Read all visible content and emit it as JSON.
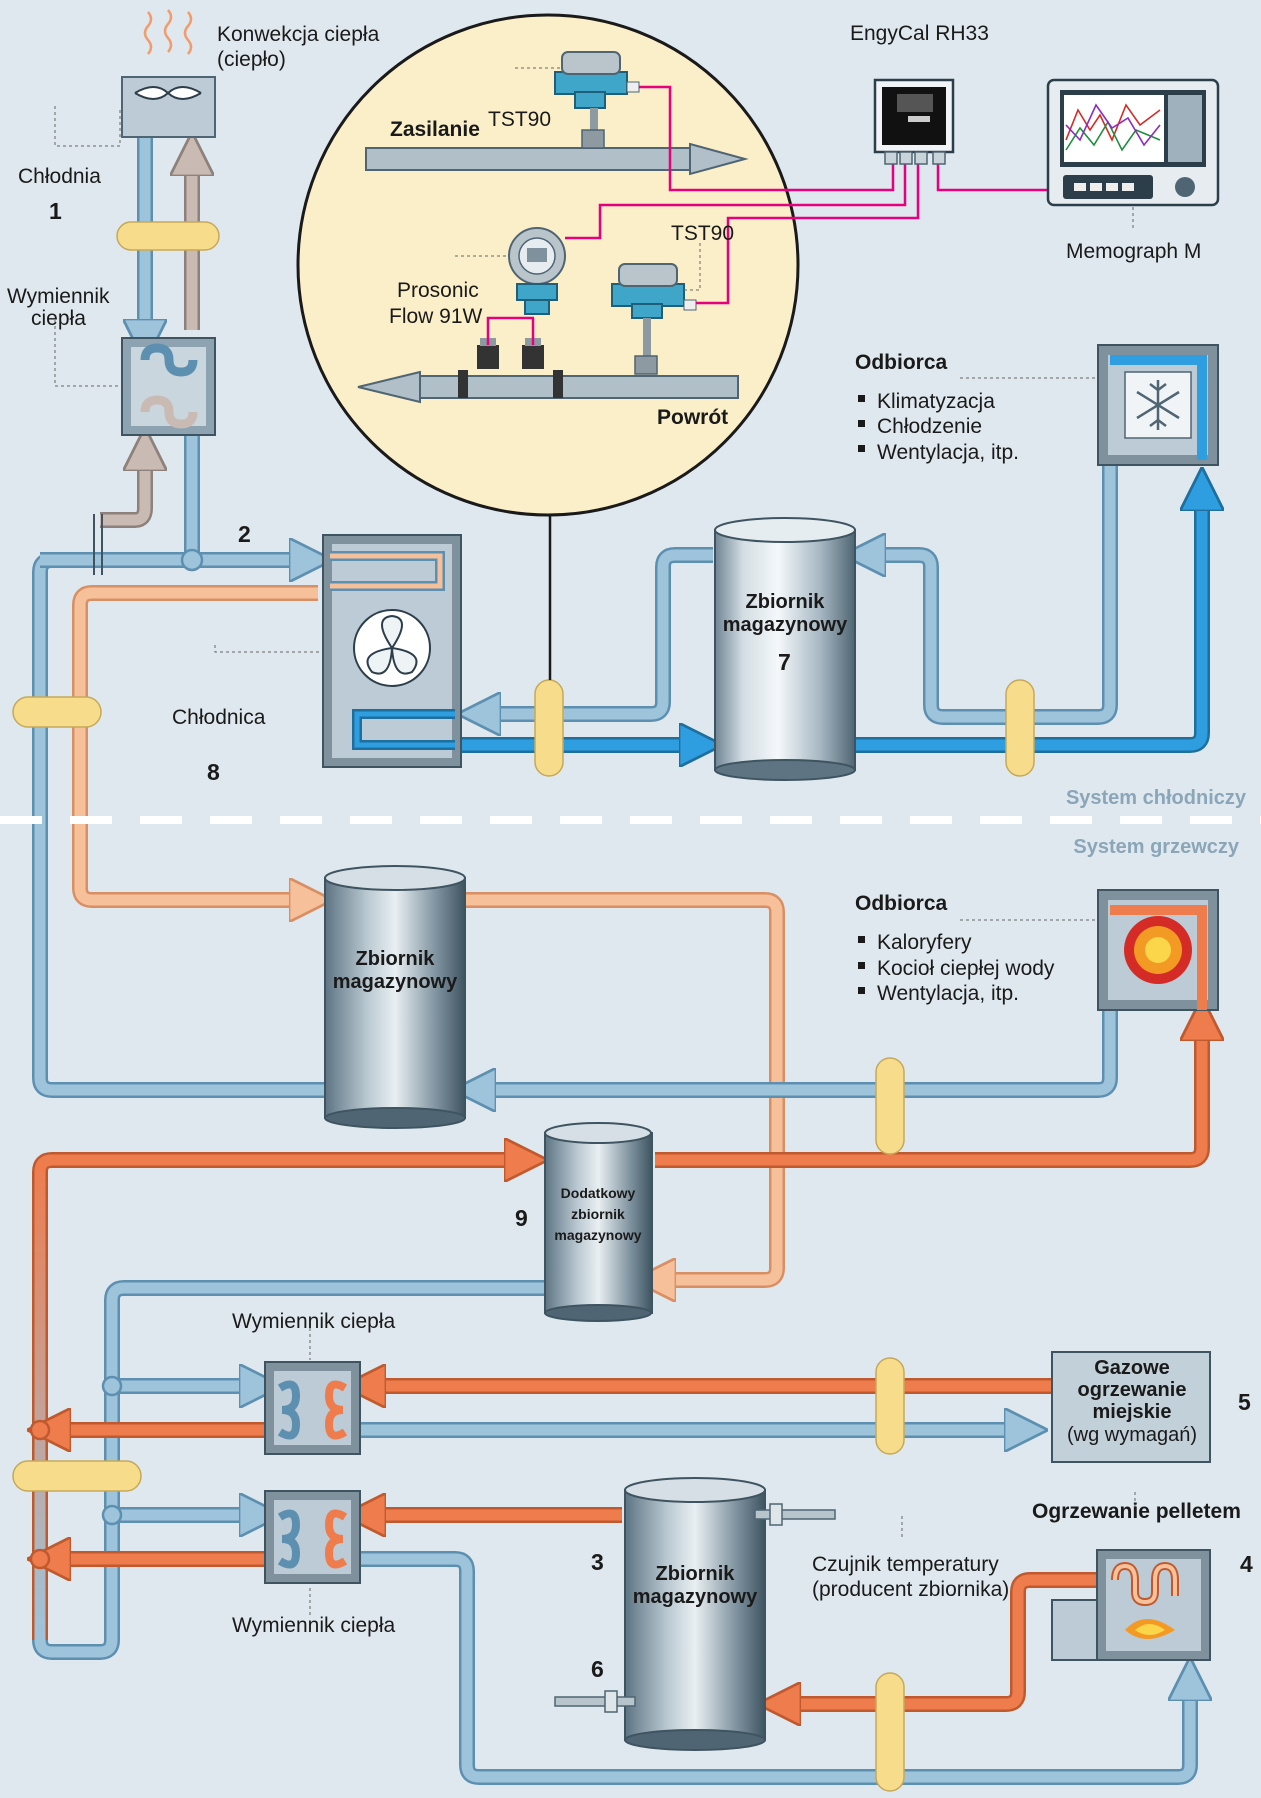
{
  "colors": {
    "background": "#dfe8ee",
    "pipe_blue": "#9ec4dc",
    "pipe_blue_edge": "#5d8fb1",
    "pipe_cold": "#2e9ee0",
    "pipe_salmon": "#f6c09a",
    "pipe_salmon_edge": "#d98f64",
    "pipe_hot": "#ee7c4d",
    "pipe_hot_edge": "#c05a2e",
    "pipe_grey": "#c9bab4",
    "pipe_grey_edge": "#8e807b",
    "signal": "#e6007e",
    "clamp": "#f7dc8c",
    "inset_fill": "#fbefc9",
    "section_label": "#8aa6b8"
  },
  "inset": {
    "supply_label": "Zasilanie",
    "return_label": "Powrót",
    "tst90_top": "TST90",
    "tst90_bottom": "TST90",
    "prosonic_line1": "Prosonic",
    "prosonic_line2": "Flow 91W"
  },
  "instruments": {
    "engycal": "EngyCal RH33",
    "memograph": "Memograph M"
  },
  "cooling": {
    "convection_line1": "Konwekcja ciepła",
    "convection_line2": "(ciepło)",
    "cooler_label": "Chłodnia",
    "cooler_number": "1",
    "hx_line1": "Wymiennik",
    "hx_line2": "ciepła",
    "junction_number": "2",
    "chiller_label": "Chłodnica",
    "chiller_number": "8",
    "tank_line1": "Zbiornik",
    "tank_line2": "magazynowy",
    "tank_number": "7",
    "consumer_title": "Odbiorca",
    "consumer_items": [
      "Klimatyzacja",
      "Chłodzenie",
      "Wentylacja, itp."
    ],
    "section_label": "System chłodniczy"
  },
  "heating": {
    "section_label": "System grzewczy",
    "tank_line1": "Zbiornik",
    "tank_line2": "magazynowy",
    "consumer_title": "Odbiorca",
    "consumer_items": [
      "Kaloryfery",
      "Kocioł ciepłej wody",
      "Wentylacja, itp."
    ],
    "extra_tank_line1": "Dodatkowy",
    "extra_tank_line2": "zbiornik",
    "extra_tank_line3": "magazynowy",
    "extra_tank_number": "9",
    "hx_top_label": "Wymiennik ciepła",
    "hx_bottom_label": "Wymiennik ciepła",
    "gas_line1": "Gazowe",
    "gas_line2": "ogrzewanie",
    "gas_line3": "miejskie",
    "gas_line4": "(wg wymagań)",
    "gas_number": "5",
    "storage_tank_line1": "Zbiornik",
    "storage_tank_line2": "magazynowy",
    "storage_tank_number": "3",
    "sensor_number": "6",
    "temp_sensor_line1": "Czujnik temperatury",
    "temp_sensor_line2": "(producent zbiornika)",
    "pellet_label": "Ogrzewanie pelletem",
    "pellet_number": "4"
  }
}
